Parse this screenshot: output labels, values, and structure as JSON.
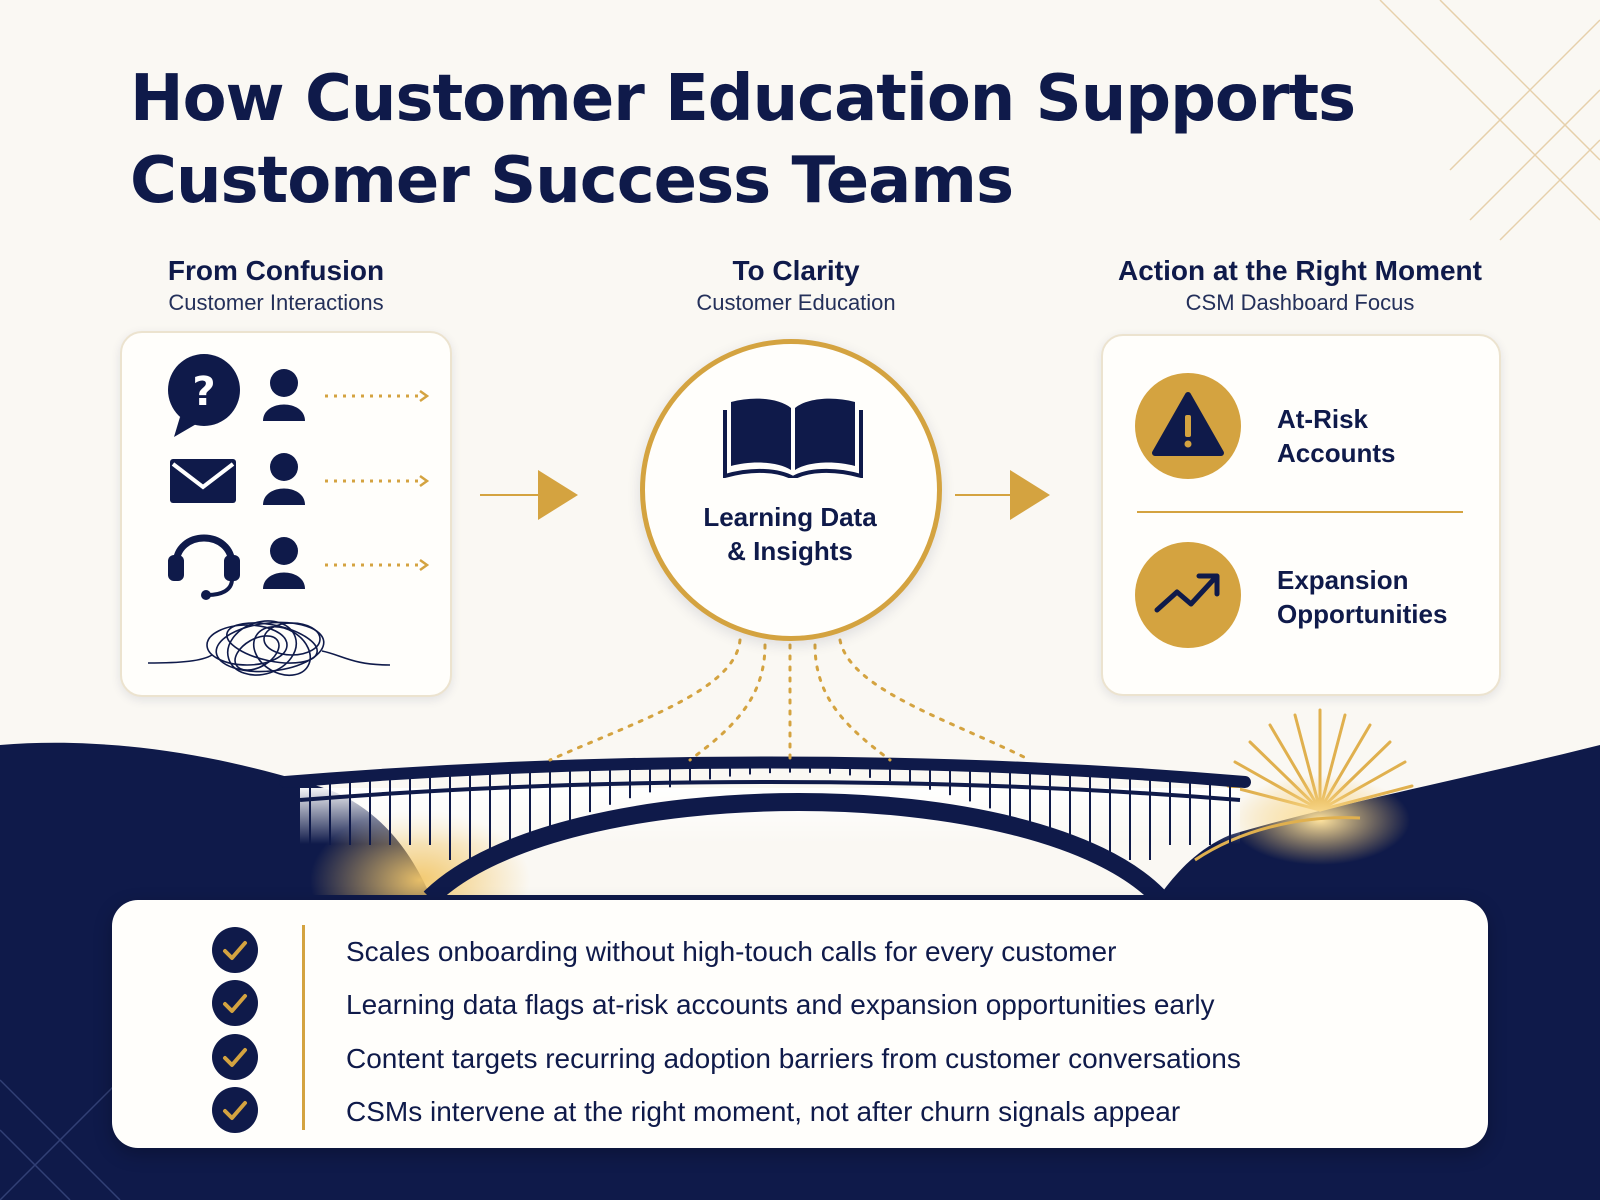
{
  "title": {
    "line1": "How Customer Education Supports",
    "line2": "Customer Success Teams"
  },
  "columns": {
    "confusion": {
      "title": "From Confusion",
      "subtitle": "Customer Interactions"
    },
    "clarity": {
      "title": "To Clarity",
      "subtitle": "Customer Education"
    },
    "action": {
      "title": "Action at the Right Moment",
      "subtitle": "CSM Dashboard Focus"
    }
  },
  "interactions": {
    "channels": [
      {
        "icon": "question-bubble-icon"
      },
      {
        "icon": "envelope-icon"
      },
      {
        "icon": "headset-icon"
      }
    ],
    "person_icon": "person-icon",
    "tangle_icon": "tangled-line-icon"
  },
  "hub": {
    "icon": "open-book-icon",
    "label_line1": "Learning Data",
    "label_line2": "& Insights"
  },
  "focus": {
    "items": [
      {
        "icon": "warning-triangle-icon",
        "line1": "At-Risk",
        "line2": "Accounts"
      },
      {
        "icon": "trend-up-arrow-icon",
        "line1": "Expansion",
        "line2": "Opportunities"
      }
    ]
  },
  "benefits": {
    "items": [
      "Scales onboarding without high-touch calls for every customer",
      "Learning data flags at-risk accounts and expansion opportunities early",
      "Content targets recurring adoption barriers from customer conversations",
      "CSMs intervene at the right moment, not after churn signals appear"
    ]
  },
  "colors": {
    "navy": "#0f1a4a",
    "gold": "#d4a340",
    "cream": "#faf8f3",
    "card": "#fffefb"
  }
}
